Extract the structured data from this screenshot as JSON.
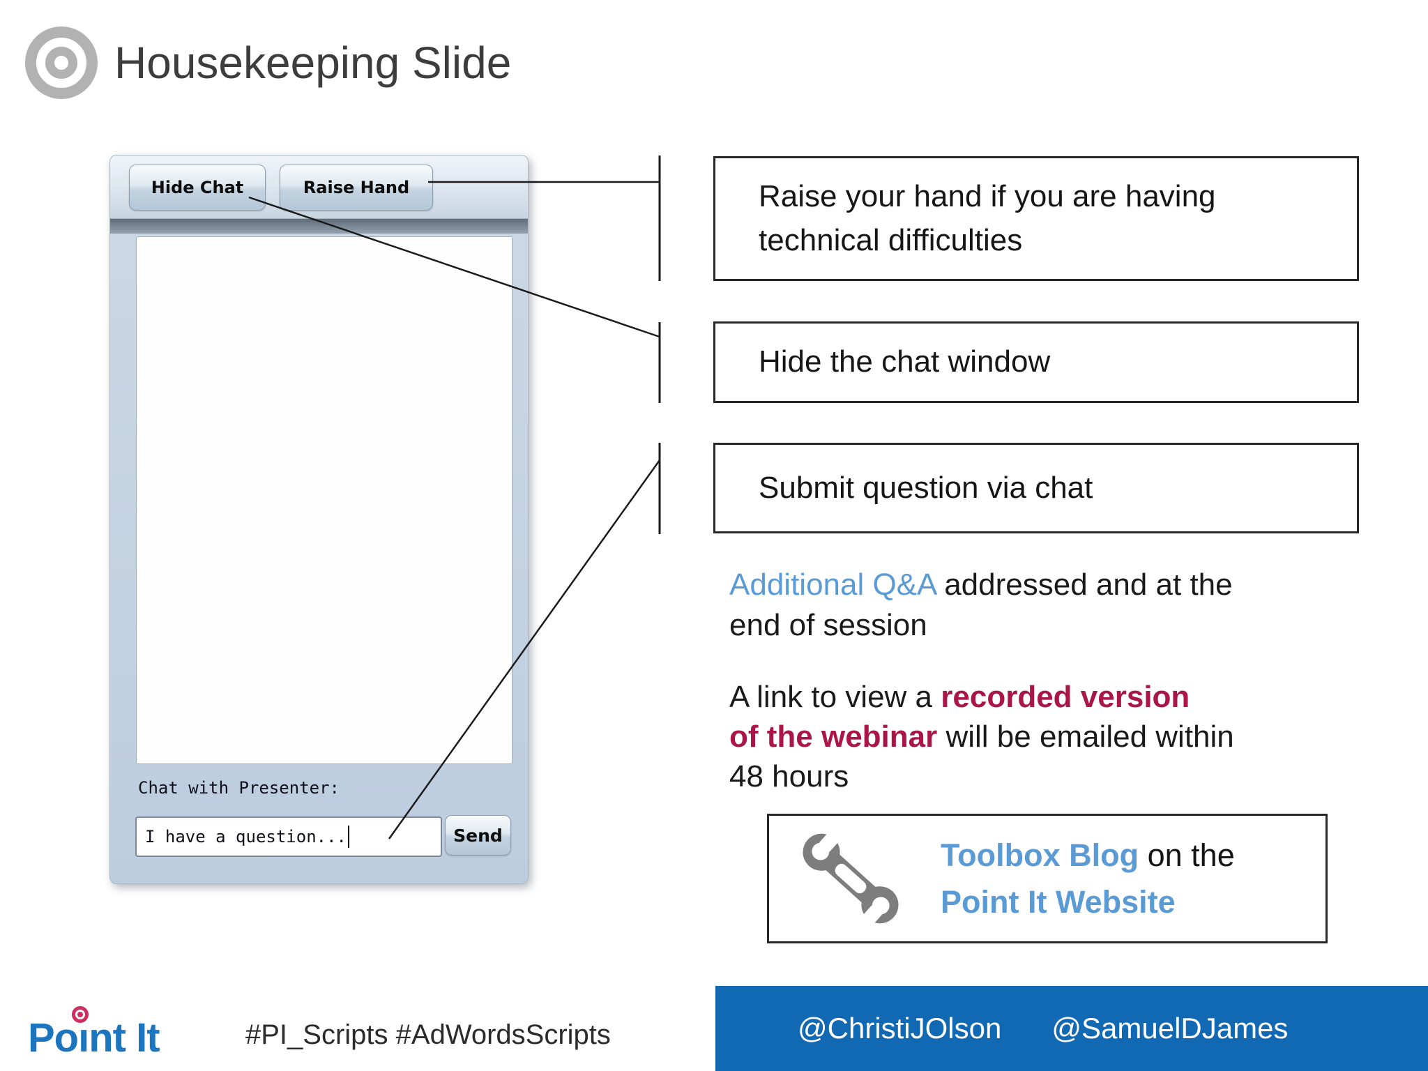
{
  "title": "Housekeeping Slide",
  "chat_window": {
    "hide_chat_button": "Hide Chat",
    "raise_hand_button": "Raise Hand",
    "presenter_label": "Chat with Presenter:",
    "input_value": "I have a question...",
    "send_button": "Send"
  },
  "annotations": [
    {
      "label": "Raise your hand if you are having technical difficulties"
    },
    {
      "label": "Hide the chat window"
    },
    {
      "label": "Submit question via chat"
    }
  ],
  "qa_note": {
    "highlight": "Additional Q&A",
    "line1_rest": " addressed and at the",
    "line2": "end of session"
  },
  "recording_note": {
    "line1_pre": "A link to view a ",
    "line1_bold": "recorded version",
    "line2_bold": "of the webinar",
    "line2_rest": " will be emailed within",
    "line3": "48 hours"
  },
  "toolbox": {
    "icon": "wrench-icon",
    "link1": "Toolbox Blog",
    "line1_rest": " on the",
    "link2": "Point It Website"
  },
  "footer": {
    "logo_part1": "Po",
    "logo_part2": "ınt It",
    "hashtags": "#PI_Scripts #AdWordsScripts",
    "handles": [
      "@ChristiJOlson",
      "@SamuelDJames"
    ]
  },
  "colors": {
    "accent_blue": "#5b9bd5",
    "crimson": "#ab1648",
    "footer_bar_blue": "#1168b3",
    "logo_blue": "#1b76bf",
    "icon_gray": "#b2b2b2",
    "wrench_gray": "#7d7d7d"
  }
}
